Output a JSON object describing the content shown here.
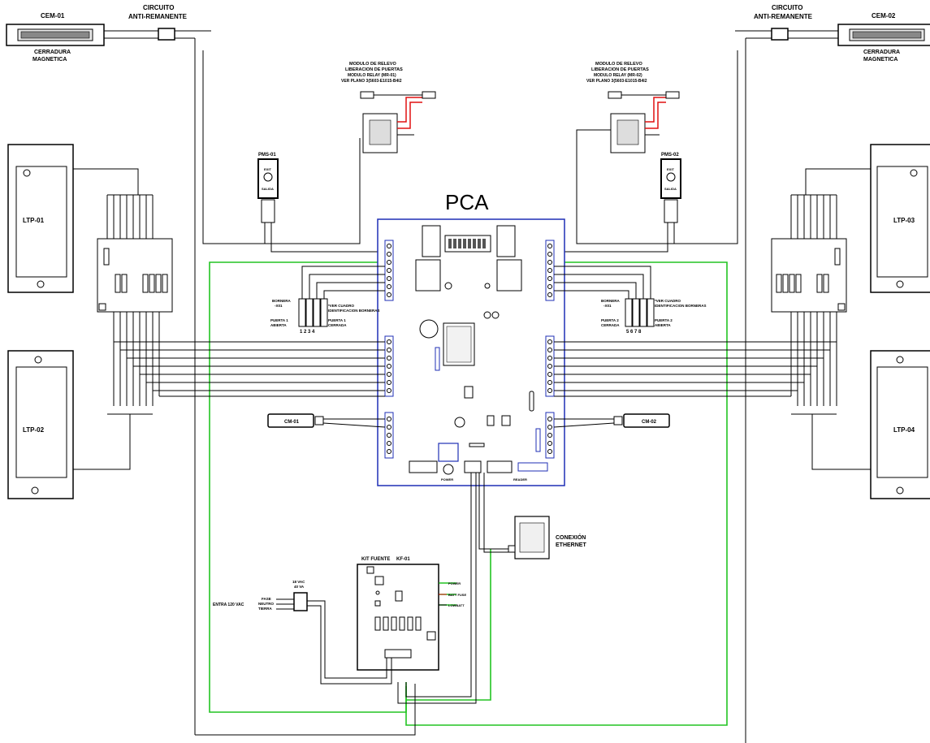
{
  "labels": {
    "cem01": "CEM-01",
    "cem02": "CEM-02",
    "circuito_left_1": "CIRCUITO",
    "circuito_left_2": "ANTI-REMANENTE",
    "circuito_right_1": "CIRCUITO",
    "circuito_right_2": "ANTI-REMANENTE",
    "cerradura_left_1": "CERRADURA",
    "cerradura_left_2": "MAGNETICA",
    "cerradura_right_1": "CERRADURA",
    "cerradura_right_2": "MAGNETICA",
    "relay_left_1": "MODULO DE RELEVO",
    "relay_left_2": "LIBERACION DE PUERTAS",
    "relay_left_3": "MODULO RELAY (MR-01)",
    "relay_left_4": "VER PLANO 3(5603-E1015-B4I2",
    "relay_right_1": "MODULO DE RELEVO",
    "relay_right_2": "LIBERACION DE PUERTAS",
    "relay_right_3": "MODULO RELAY (MR-02)",
    "relay_right_4": "VER PLANO 3(5603-E1015-B4I2",
    "pms01": "PMS-01",
    "pms02": "PMS-02",
    "exit": "EXIT",
    "salida": "SALIDA",
    "pca": "PCA",
    "ltp01": "LTP-01",
    "ltp02": "LTP-02",
    "ltp03": "LTP-03",
    "ltp04": "LTP-04",
    "cm01": "CM-01",
    "cm02": "CM-02",
    "bornera_l_1": "BORNERA",
    "bornera_l_2": "-X01",
    "puerta1_abierta_1": "PUERTA 1",
    "puerta1_abierta_2": "ABIERTA",
    "puerta1_cerrada_1": "PUERTA 1",
    "puerta1_cerrada_2": "CERRADA",
    "cuadro_l_1": "*VER CUADRO",
    "cuadro_l_2": "IDENTIFICACION BORNERAS",
    "nums_l": "1 2 3 4",
    "bornera_r_1": "BORNERA",
    "bornera_r_2": "-X01",
    "puerta2_cerrada_1": "PUERTA 2",
    "puerta2_cerrada_2": "CERRADA",
    "puerta2_abierta_1": "PUERTA 2",
    "puerta2_abierta_2": "ABIERTA",
    "cuadro_r_1": "*VER CUADRO",
    "cuadro_r_2": "IDENTIFICACION BORNERAS",
    "nums_r": "5 6 7 8",
    "kit_fuente": "KIT FUENTE",
    "kf01": "KF-01",
    "power": "POWER",
    "batt_fuse": "BATT FUSE",
    "lowbatt": "LOWBATT",
    "entrada": "ENTRA 120 VAC",
    "fase": "FASE",
    "neutro": "NEUTRO",
    "tierra": "TIERRA",
    "vac_1": "18 VAC",
    "vac_2": "40 VA",
    "conexion_1": "CONEXIÓN",
    "conexion_2": "ETHERNET",
    "power_pca": "POWER",
    "reader": "READER"
  },
  "colors": {
    "pca_border": "#1f2fb5",
    "green_wire": "#22c422",
    "red_wire": "#e01010",
    "black": "#000000"
  }
}
